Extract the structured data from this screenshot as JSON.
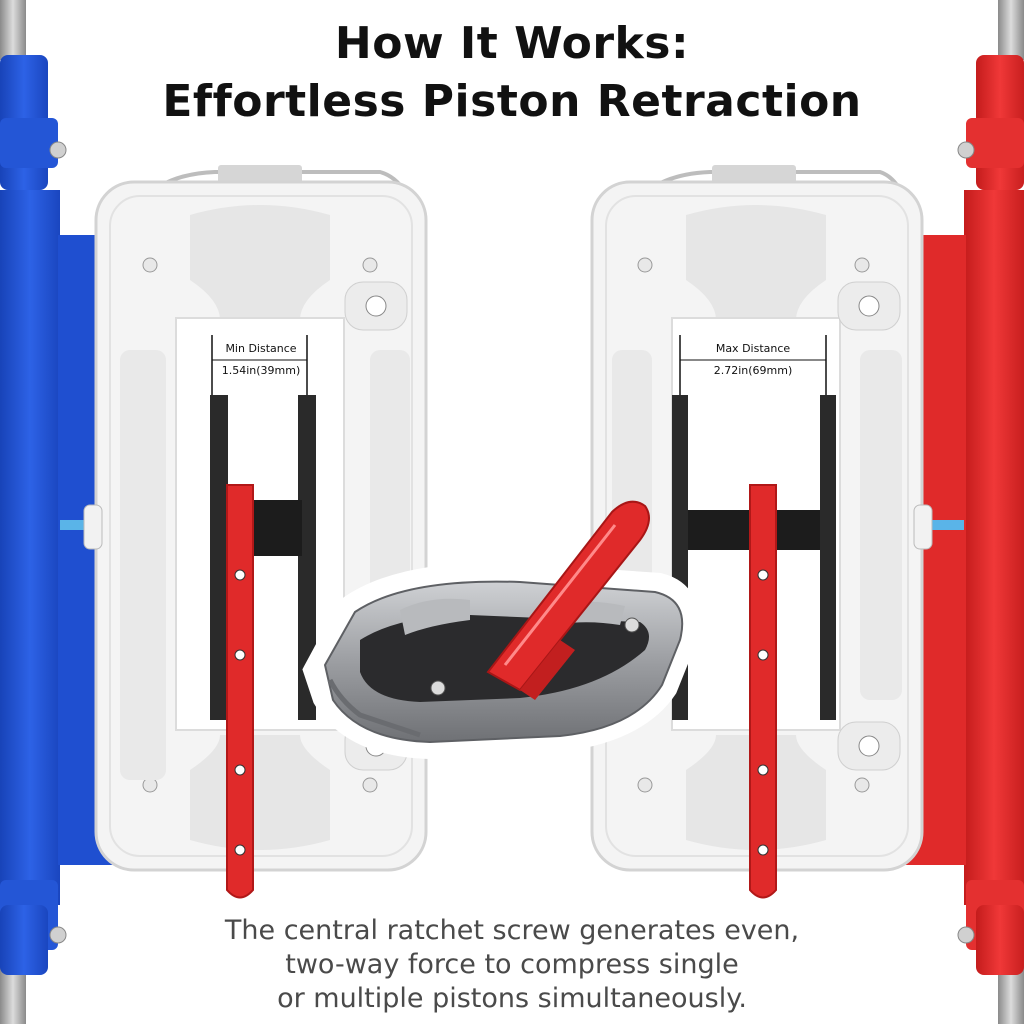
{
  "heading": {
    "line1": "How It Works:",
    "line2": "Effortless Piston Retraction"
  },
  "left_caliper": {
    "label": "Min Distance",
    "value": "1.54in(39mm)",
    "accent_color": "#1f4fd0"
  },
  "right_caliper": {
    "label": "Max Distance",
    "value": "2.72in(69mm)",
    "accent_color": "#e02a2a"
  },
  "caption": {
    "line1": "The central ratchet screw generates even,",
    "line2": "two-way force to compress single",
    "line3": "or multiple pistons simultaneously."
  },
  "colors": {
    "blue_tool": "#1f4fd0",
    "red_tool": "#e02a2a",
    "caliper_white": "#f4f4f4",
    "inset_caliper_gray": "#a9abae"
  }
}
